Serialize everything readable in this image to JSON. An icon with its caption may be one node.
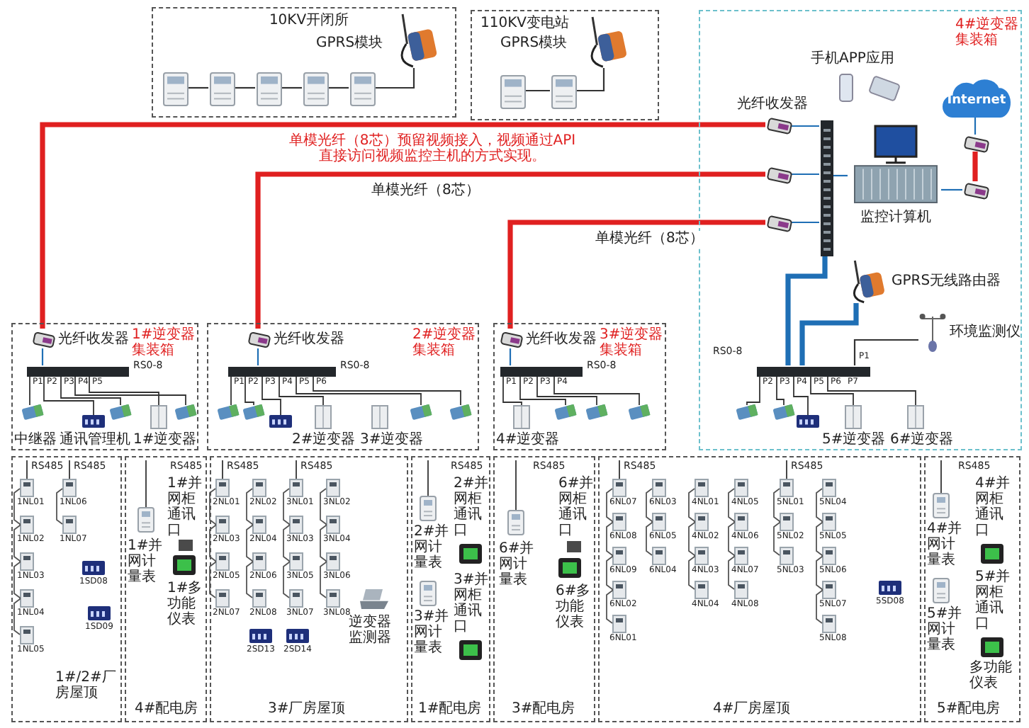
{
  "diagram": {
    "nodes": [
      {
        "text": [
          "10KV开闭所"
        ]
      },
      {
        "text": [
          "GPRS模块"
        ],
        "in": 0
      },
      {
        "text": [],
        "shape": "picture",
        "in": 0
      },
      {
        "text": [],
        "shape": "picture",
        "in": 0
      },
      {
        "text": [],
        "shape": "picture",
        "in": 0
      },
      {
        "text": [],
        "shape": "picture",
        "in": 0
      },
      {
        "text": [],
        "shape": "picture",
        "in": 0
      },
      {
        "text": [
          "110KV变电站"
        ]
      },
      {
        "text": [
          "GPRS模块"
        ],
        "in": 7
      },
      {
        "text": [],
        "shape": "picture",
        "in": 7
      },
      {
        "text": [],
        "shape": "picture",
        "in": 7
      },
      {
        "text": [
          "4#逆变器集装箱"
        ]
      },
      {
        "text": [
          "Internet"
        ],
        "in": 11
      },
      {
        "text": [],
        "shape": "picture",
        "in": 11
      },
      {
        "text": [],
        "shape": "picture",
        "in": 11
      },
      {
        "text": [],
        "shape": "picture",
        "in": 11
      },
      {
        "text": [],
        "shape": "bar",
        "in": 11
      },
      {
        "text": [],
        "shape": "picture",
        "in": 11
      },
      {
        "text": [],
        "shape": "picture",
        "in": 11
      },
      {
        "text": [
          "监控计算机"
        ],
        "in": 11
      },
      {
        "text": [
          "GPRS无线路由器"
        ],
        "in": 11
      },
      {
        "text": [
          "环境监测仪"
        ],
        "in": 11
      },
      {
        "text": [],
        "shape": "bar",
        "in": 11,
        "beside": [
          "RS0-8"
        ]
      },
      {
        "text": [
          "1#逆变器集装箱"
        ]
      },
      {
        "text": [
          "光纤收发器"
        ],
        "in": 23
      },
      {
        "text": [],
        "shape": "bar",
        "in": 23,
        "beside": [
          "RS0-8"
        ]
      },
      {
        "text": [
          "2#逆变器集装箱"
        ]
      },
      {
        "text": [
          "光纤收发器"
        ],
        "in": 26
      },
      {
        "text": [],
        "shape": "bar",
        "in": 26,
        "beside": [
          "RS0-8"
        ]
      },
      {
        "text": [
          "3#逆变器集装箱"
        ]
      },
      {
        "text": [
          "光纤收发器"
        ],
        "in": 29
      },
      {
        "text": [],
        "shape": "bar",
        "in": 29,
        "beside": [
          "RS0-8"
        ]
      },
      {
        "text": [
          "1#/2#厂房屋顶"
        ]
      },
      {
        "text": [
          "4#配电房"
        ]
      },
      {
        "text": [
          "3#厂房屋顶"
        ]
      },
      {
        "text": [
          "1#配电房"
        ]
      },
      {
        "text": [
          "3#配电房"
        ]
      },
      {
        "text": [
          "4#厂房屋顶"
        ]
      },
      {
        "text": [
          "5#配电房"
        ]
      }
    ],
    "edges": [
      {
        "from": 24,
        "to": 13,
        "arrow": "none",
        "style": "thick",
        "color": "#e02020"
      },
      {
        "from": 27,
        "to": 14,
        "arrow": "none",
        "label": "单模光纤（8芯）",
        "style": "thick",
        "color": "#e02020"
      },
      {
        "from": 30,
        "to": 15,
        "arrow": "none",
        "label": "单模光纤（8芯）",
        "style": "thick",
        "color": "#e02020"
      },
      {
        "from": 17,
        "to": 18,
        "arrow": "none",
        "style": "thick",
        "color": "#e02020"
      },
      {
        "from": 12,
        "to": 17,
        "arrow": "none"
      },
      {
        "from": 13,
        "to": 16,
        "arrow": "none"
      },
      {
        "from": 14,
        "to": 16,
        "arrow": "none"
      },
      {
        "from": 15,
        "to": 16,
        "arrow": "none"
      },
      {
        "from": 16,
        "to": 19,
        "arrow": "none"
      },
      {
        "from": 19,
        "to": 18,
        "arrow": "none"
      },
      {
        "from": 16,
        "to": 22,
        "arrow": "none",
        "style": "thick"
      },
      {
        "from": 20,
        "to": 22,
        "arrow": "none",
        "style": "thick"
      },
      {
        "from": 21,
        "to": 22,
        "arrow": "none",
        "color": "#333333"
      },
      {
        "from": 24,
        "to": 25,
        "arrow": "none"
      },
      {
        "from": 27,
        "to": 28,
        "arrow": "none"
      },
      {
        "from": 30,
        "to": 31,
        "arrow": "none"
      },
      {
        "from": 2,
        "to": 3,
        "arrow": "none",
        "color": "#333333"
      },
      {
        "from": 3,
        "to": 4,
        "arrow": "none",
        "color": "#333333"
      },
      {
        "from": 4,
        "to": 5,
        "arrow": "none",
        "color": "#333333"
      },
      {
        "from": 5,
        "to": 6,
        "arrow": "none",
        "color": "#333333"
      },
      {
        "from": 6,
        "to": 1,
        "arrow": "none",
        "color": "#333333"
      },
      {
        "from": 9,
        "to": 10,
        "arrow": "none",
        "color": "#333333"
      },
      {
        "from": 10,
        "to": 8,
        "arrow": "none",
        "color": "#333333"
      }
    ],
    "labels": [
      "单模光纤（8芯）预留视频接入，视频通过API直接访问视频监控主机的方式实现。",
      "手机APP应用",
      "光纤收发器",
      "P1",
      "P2",
      "P3",
      "P4",
      "P5",
      "P1",
      "P2",
      "P3",
      "P4",
      "P5",
      "P6",
      "P1",
      "P2",
      "P3",
      "P4",
      "P1",
      "P2",
      "P3",
      "P4",
      "P5",
      "P6",
      "P7",
      "中继器",
      "通讯管理机",
      "1#逆变器",
      "2#逆变器",
      "3#逆变器",
      "4#逆变器",
      "5#逆变器",
      "6#逆变器",
      "RS485",
      "RS485",
      "1NL01",
      "1NL02",
      "1NL03",
      "1NL04",
      "1NL05",
      "1NL06",
      "1NL07",
      "1SD08",
      "1SD09",
      "RS485",
      "1#并网柜通讯口",
      "1#并网计量表",
      "1#多功能仪表",
      "RS485",
      "RS485",
      "2NL01",
      "2NL03",
      "2NL05",
      "2NL07",
      "2NL02",
      "2NL04",
      "2NL06",
      "2NL08",
      "3NL01",
      "3NL03",
      "3NL05",
      "3NL07",
      "3NL02",
      "3NL04",
      "3NL06",
      "3NL08",
      "2SD13",
      "2SD14",
      "逆变器监测器",
      "RS485",
      "2#并网柜通讯口",
      "2#并网计量表",
      "3#并网柜通讯口",
      "3#并网计量表",
      "RS485",
      "6#并网柜通讯口",
      "6#并网计量表",
      "6#多功能仪表",
      "RS485",
      "RS485",
      "6NL07",
      "6NL08",
      "6NL09",
      "6NL02",
      "6NL01",
      "6NL03",
      "6NL05",
      "6NL04",
      "4NL01",
      "4NL02",
      "4NL03",
      "4NL04",
      "4NL05",
      "4NL06",
      "4NL07",
      "4NL08",
      "5NL01",
      "5NL02",
      "5NL03",
      "5NL04",
      "5NL05",
      "5NL06",
      "5NL07",
      "5NL08",
      "5SD08",
      "RS485",
      "4#并网柜通讯口",
      "4#并网计量表",
      "5#并网柜通讯口",
      "5#并网计量表",
      "多功能仪表"
    ]
  }
}
